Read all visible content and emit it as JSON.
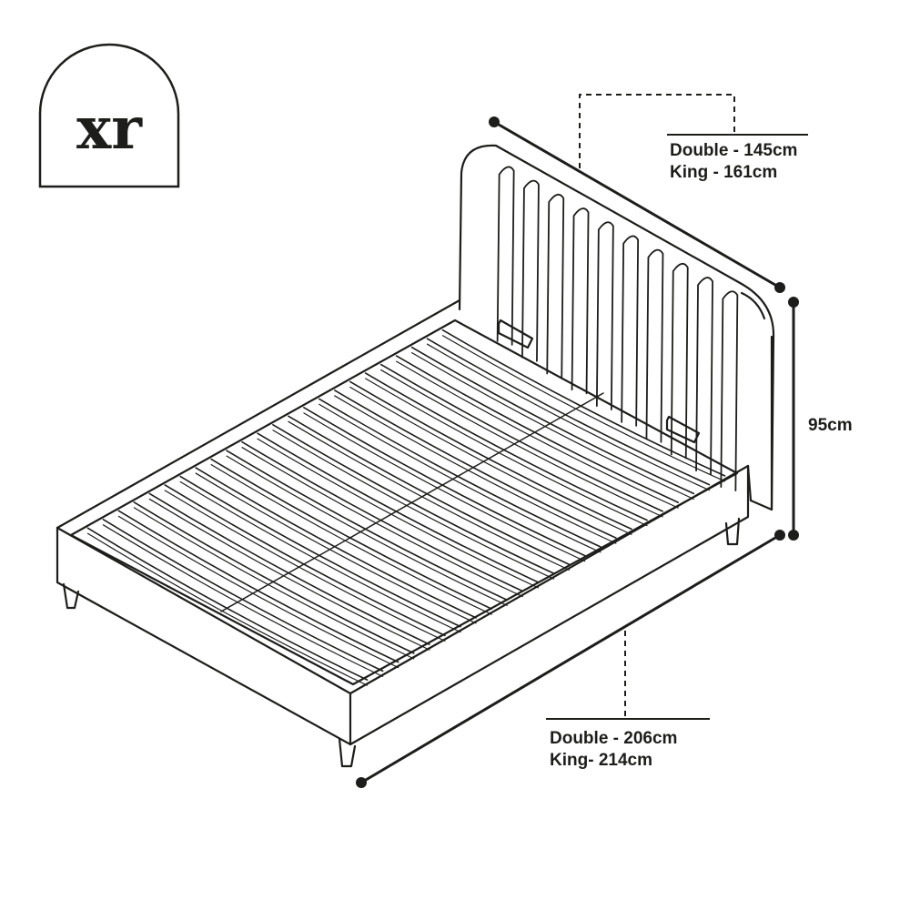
{
  "brand": {
    "logo_text": "xr"
  },
  "dimensions": {
    "width": {
      "double": "Double - 145cm",
      "king": "King - 161cm"
    },
    "height": {
      "value": "95cm"
    },
    "length": {
      "double": "Double - 206cm",
      "king": "King- 214cm"
    }
  },
  "colors": {
    "line": "#1d1d1b",
    "background": "#ffffff"
  },
  "diagram": {
    "slat_count": 24
  }
}
